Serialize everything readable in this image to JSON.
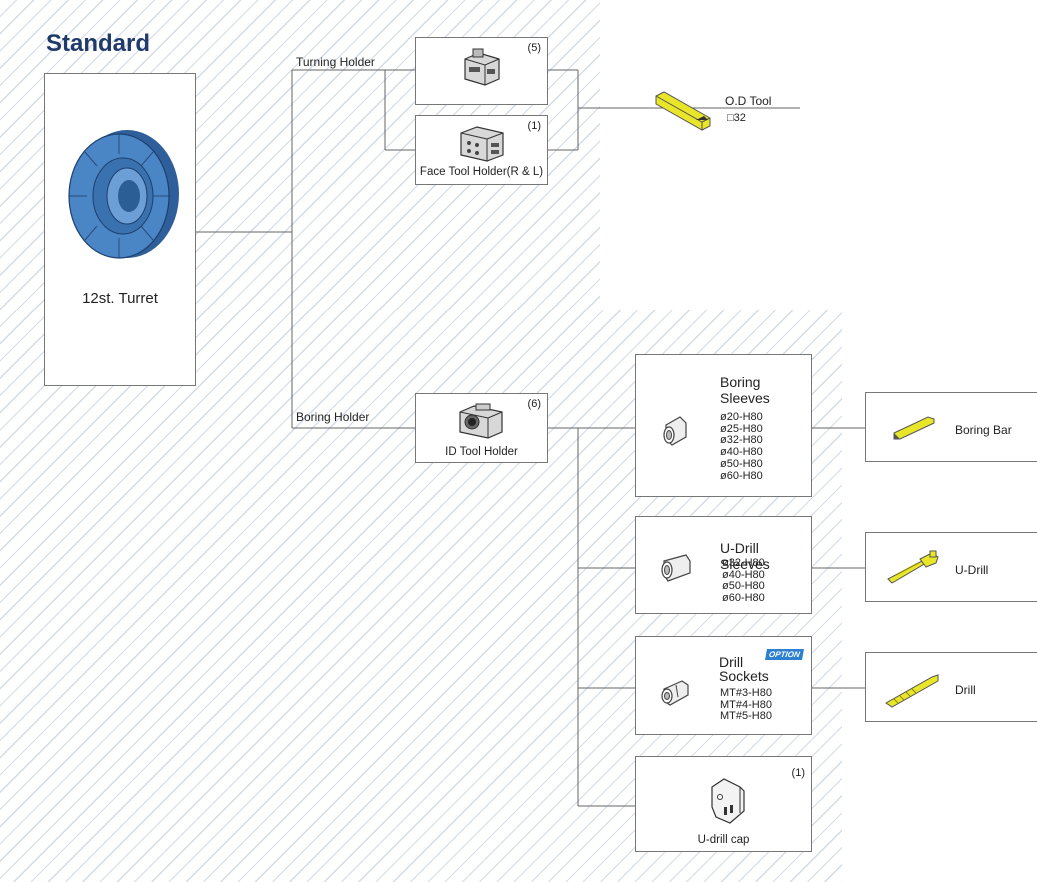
{
  "title": "Standard",
  "turret": {
    "label": "12st. Turret"
  },
  "branches": {
    "turning": "Turning Holder",
    "boring": "Boring Holder"
  },
  "holders": {
    "turning_main": {
      "count": "(5)"
    },
    "face": {
      "count": "(1)",
      "label": "Face Tool Holder(R & L)"
    },
    "id": {
      "count": "(6)",
      "label": "ID Tool Holder"
    }
  },
  "od_tool": {
    "label": "O.D Tool",
    "size": "□32"
  },
  "sleeves": [
    {
      "title_lines": [
        "Boring",
        "Sleeves"
      ],
      "specs": [
        "ø20-H80",
        "ø25-H80",
        "ø32-H80",
        "ø40-H80",
        "ø50-H80",
        "ø60-H80"
      ]
    },
    {
      "title_lines": [
        "U-Drill Sleeves"
      ],
      "specs": [
        "ø32-H80",
        "ø40-H80",
        "ø50-H80",
        "ø60-H80"
      ]
    },
    {
      "title_lines": [
        "Drill",
        "Sockets"
      ],
      "badge": "OPTION",
      "specs": [
        "MT#3-H80",
        "MT#4-H80",
        "MT#5-H80"
      ]
    }
  ],
  "cap": {
    "count": "(1)",
    "label": "U-drill cap"
  },
  "tools": [
    {
      "label": "Boring Bar"
    },
    {
      "label": "U-Drill"
    },
    {
      "label": "Drill"
    }
  ],
  "colors": {
    "turret_blue": "#4a86c6",
    "tool_yellow": "#e9e62a",
    "title_navy": "#1f3a6b",
    "hatch": "#d2dbe6",
    "badge": "#2d7fd0"
  }
}
